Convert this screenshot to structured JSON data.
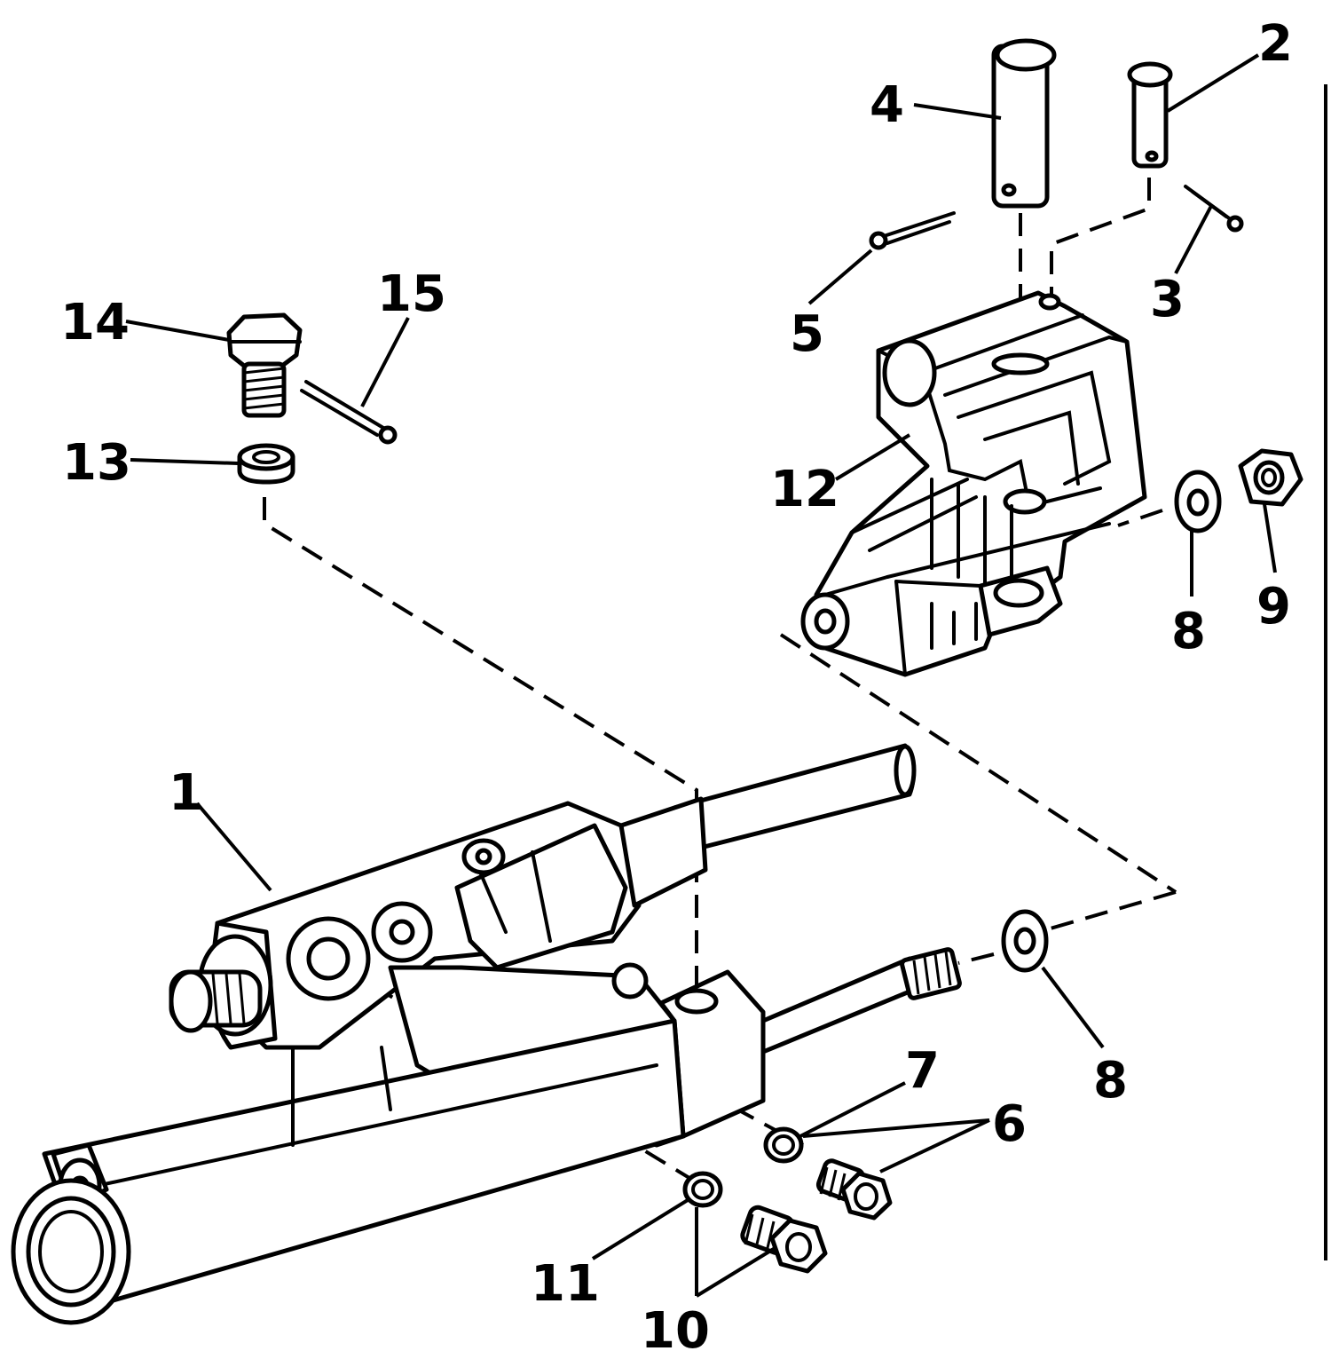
{
  "diagram": {
    "callouts": [
      {
        "id": "1",
        "text": "1"
      },
      {
        "id": "2",
        "text": "2"
      },
      {
        "id": "3",
        "text": "3"
      },
      {
        "id": "4",
        "text": "4"
      },
      {
        "id": "5",
        "text": "5"
      },
      {
        "id": "6",
        "text": "6"
      },
      {
        "id": "7",
        "text": "7"
      },
      {
        "id": "8a",
        "text": "8"
      },
      {
        "id": "8b",
        "text": "8"
      },
      {
        "id": "9",
        "text": "9"
      },
      {
        "id": "10",
        "text": "10"
      },
      {
        "id": "11",
        "text": "11"
      },
      {
        "id": "12",
        "text": "12"
      },
      {
        "id": "13",
        "text": "13"
      },
      {
        "id": "14",
        "text": "14"
      },
      {
        "id": "15",
        "text": "15"
      }
    ]
  }
}
